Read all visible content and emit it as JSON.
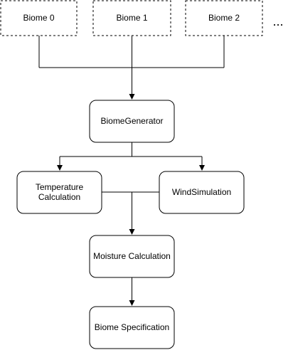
{
  "nodes": {
    "biome_0": {
      "label": "Biome 0"
    },
    "biome_1": {
      "label": "Biome 1"
    },
    "biome_2": {
      "label": "Biome 2"
    },
    "more": {
      "label": "..."
    },
    "biome_generator": {
      "label": "BiomeGenerator"
    },
    "temperature_calc": {
      "line1": "Temperature",
      "line2": "Calculation"
    },
    "wind_simulation": {
      "label": "WindSimulation"
    },
    "moisture_calc": {
      "label": "Moisture Calculation"
    },
    "biome_spec": {
      "label": "Biome Specification"
    }
  },
  "colors": {
    "stroke": "#000000",
    "fill": "#ffffff",
    "text": "#000000"
  }
}
